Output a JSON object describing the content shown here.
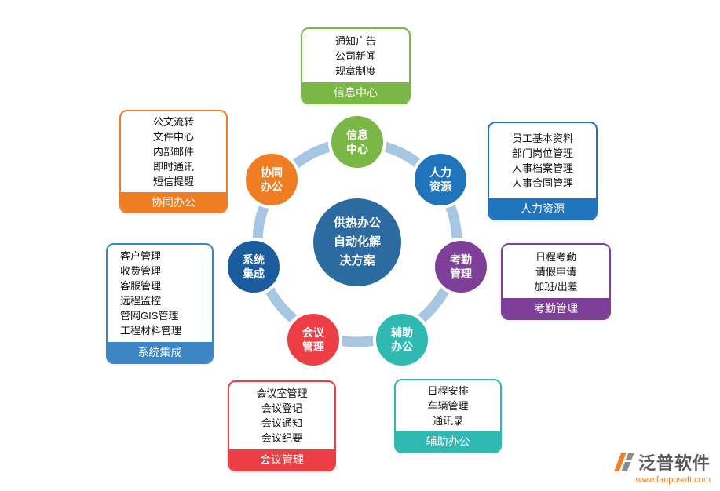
{
  "center": {
    "label": "供热办公\n自动化解\n决方案",
    "color": "#2c6ba0"
  },
  "ring": {
    "color": "#a6c6e2"
  },
  "nodes": {
    "info": {
      "label": "信息\n中心",
      "color": "#7bb747"
    },
    "hr": {
      "label": "人力\n资源",
      "color": "#1f74bc"
    },
    "attendance": {
      "label": "考勤\n管理",
      "color": "#7d3f98"
    },
    "aux": {
      "label": "辅助\n办公",
      "color": "#2fb9b3"
    },
    "meeting": {
      "label": "会议\n管理",
      "color": "#ec3e44"
    },
    "system": {
      "label": "系统\n集成",
      "color": "#1b5c9e"
    },
    "collab": {
      "label": "协同\n办公",
      "color": "#ef7e23"
    }
  },
  "callouts": {
    "info": {
      "title": "信息中心",
      "color": "#7bb747",
      "items": [
        "通知广告",
        "公司新闻",
        "规章制度"
      ]
    },
    "hr": {
      "title": "人力资源",
      "color": "#1f74bc",
      "items": [
        "员工基本资料",
        "部门岗位管理",
        "人事档案管理",
        "人事合同管理"
      ]
    },
    "attendance": {
      "title": "考勤管理",
      "color": "#7d3f98",
      "items": [
        "日程考勤",
        "请假申请",
        "加班/出差"
      ]
    },
    "aux": {
      "title": "辅助办公",
      "color": "#2fb9b3",
      "items": [
        "日程安排",
        "车辆管理",
        "通讯录"
      ]
    },
    "meeting": {
      "title": "会议管理",
      "color": "#ec3e44",
      "items": [
        "会议室管理",
        "会议登记",
        "会议通知",
        "会议纪要"
      ]
    },
    "system": {
      "title": "系统集成",
      "color": "#3c86c6",
      "items": [
        "客户管理",
        "收费管理",
        "客服管理",
        "远程监控",
        "管网GIS管理",
        "工程材料管理"
      ]
    },
    "collab": {
      "title": "协同办公",
      "color": "#ef7e23",
      "items": [
        "公文流转",
        "文件中心",
        "内部邮件",
        "即时通讯",
        "短信提醒"
      ]
    }
  },
  "logo": {
    "brand": "泛普软件",
    "website": "www.fanpusoft.com",
    "brand_color": "#58595b",
    "accent_color": "#f08223"
  }
}
